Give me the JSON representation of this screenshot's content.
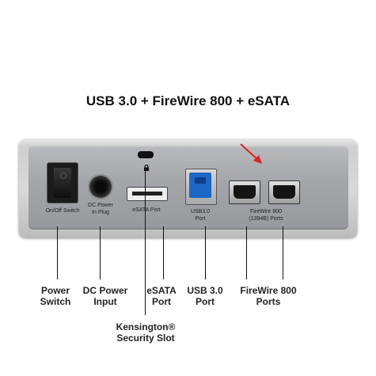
{
  "title": "USB 3.0 + FireWire 800 + eSATA",
  "panel_labels": {
    "onoff": "On/Off  Switch",
    "dc_line1": "DC Power",
    "dc_line2": "In Plug",
    "esata": "eSATA  Port",
    "usb_line1": "USB3.0",
    "usb_line2": "Port",
    "fw_line1": "FireWire 800",
    "fw_line2": "(1394B) Ports"
  },
  "callouts": {
    "power_line1": "Power",
    "power_line2": "Switch",
    "dc_line1": "DC Power",
    "dc_line2": "Input",
    "esata_line1": "eSATA",
    "esata_line2": "Port",
    "usb_line1": "USB 3.0",
    "usb_line2": "Port",
    "fw_line1": "FireWire 800",
    "fw_line2": "Ports",
    "kens_line1": "Kensington®",
    "kens_line2": "Security Slot"
  },
  "colors": {
    "usb_blue": "#1c67c8",
    "arrow_red": "#e02020"
  },
  "icons": [
    "lock-icon",
    "arrow-icon"
  ]
}
